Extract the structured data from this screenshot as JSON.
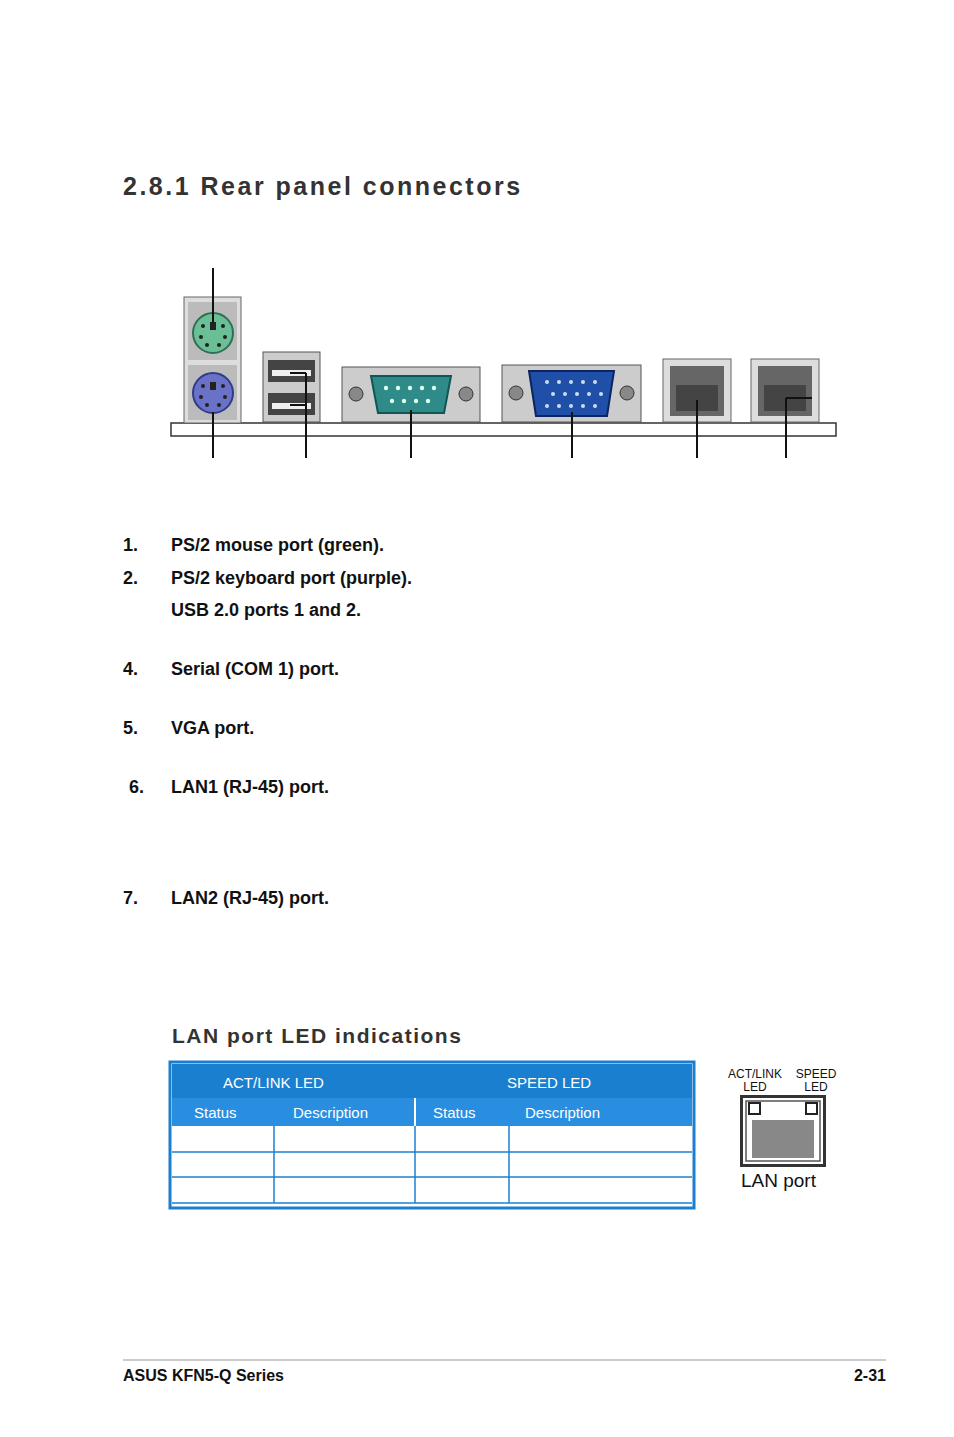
{
  "diagram": {
    "title": "2.8.1 Rear panel connectors",
    "nodes": [
      {
        "text": [
          "ACT/LINK LED",
          "SPEED LED",
          "LAN port"
        ]
      }
    ],
    "labels": [
      "1.",
      "PS/2 mouse port (green).",
      "2.",
      "PS/2 keyboard port (purple).",
      "USB 2.0 ports 1 and 2.",
      "4.",
      "Serial (COM 1) port.",
      "5.",
      "VGA port.",
      "6.",
      "LAN1 (RJ-45) port.",
      "7.",
      "LAN2 (RJ-45) port.",
      "LAN port LED indications",
      "ACT/LINK LED",
      "SPEED LED",
      "Status",
      "Description",
      "Status",
      "Description",
      "ASUS KFN5-Q Series",
      "2-31"
    ]
  }
}
